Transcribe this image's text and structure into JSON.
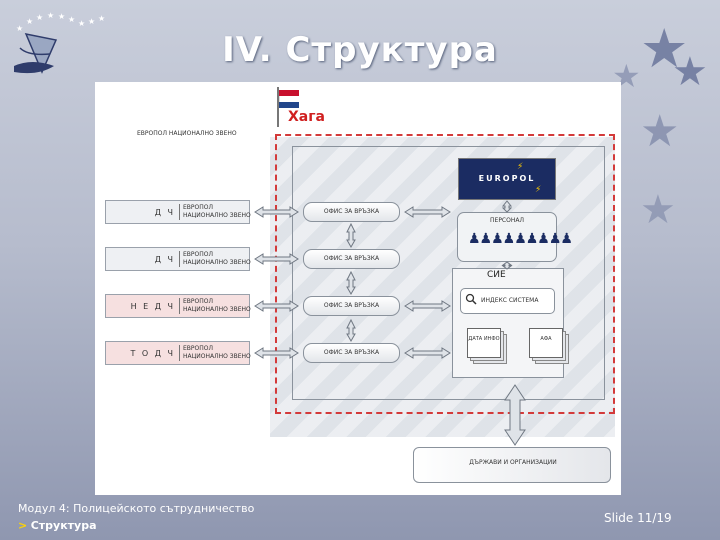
{
  "slide": {
    "title": "IV. Структура",
    "footer_module": "Модул 4: Полицейското сътрудничество",
    "footer_arrow": ">",
    "footer_current": "Структура",
    "slide_number": "Slide 11/19"
  },
  "diagram": {
    "city": "Хага",
    "legend": "ЕВРОПОЛ НАЦИОНАЛНО ЗВЕНО",
    "side_boxes": [
      {
        "abbr": "Д Ч",
        "desc": "ЕВРОПОЛ НАЦИОНАЛНО ЗВЕНО"
      },
      {
        "abbr": "Д Ч",
        "desc": "ЕВРОПОЛ НАЦИОНАЛНО ЗВЕНО"
      },
      {
        "abbr": "Н Е Д Ч",
        "desc": "ЕВРОПОЛ НАЦИОНАЛНО ЗВЕНО"
      },
      {
        "abbr": "Т О Д Ч",
        "desc": "ЕВРОПОЛ НАЦИОНАЛНО ЗВЕНО"
      }
    ],
    "liaison_offices": [
      "ОФИС ЗА ВРЪЗКА",
      "ОФИС ЗА ВРЪЗКА",
      "ОФИС ЗА ВРЪЗКА",
      "ОФИС ЗА ВРЪЗКА"
    ],
    "europol_logo_text": "EUROPOL",
    "staff_label": "ПЕРСОНАЛ",
    "sie_label": "СИЕ",
    "index_system": "ИНДЕКС СИСТЕМА",
    "doc_left": "ДАТА ИНФО",
    "doc_right": "АФА",
    "international": "ДЪРЖАВИ И ОРГАНИЗАЦИИ",
    "flag_colors": [
      "#c8102e",
      "#ffffff",
      "#21468b"
    ],
    "border_color": "#d33a3a"
  }
}
